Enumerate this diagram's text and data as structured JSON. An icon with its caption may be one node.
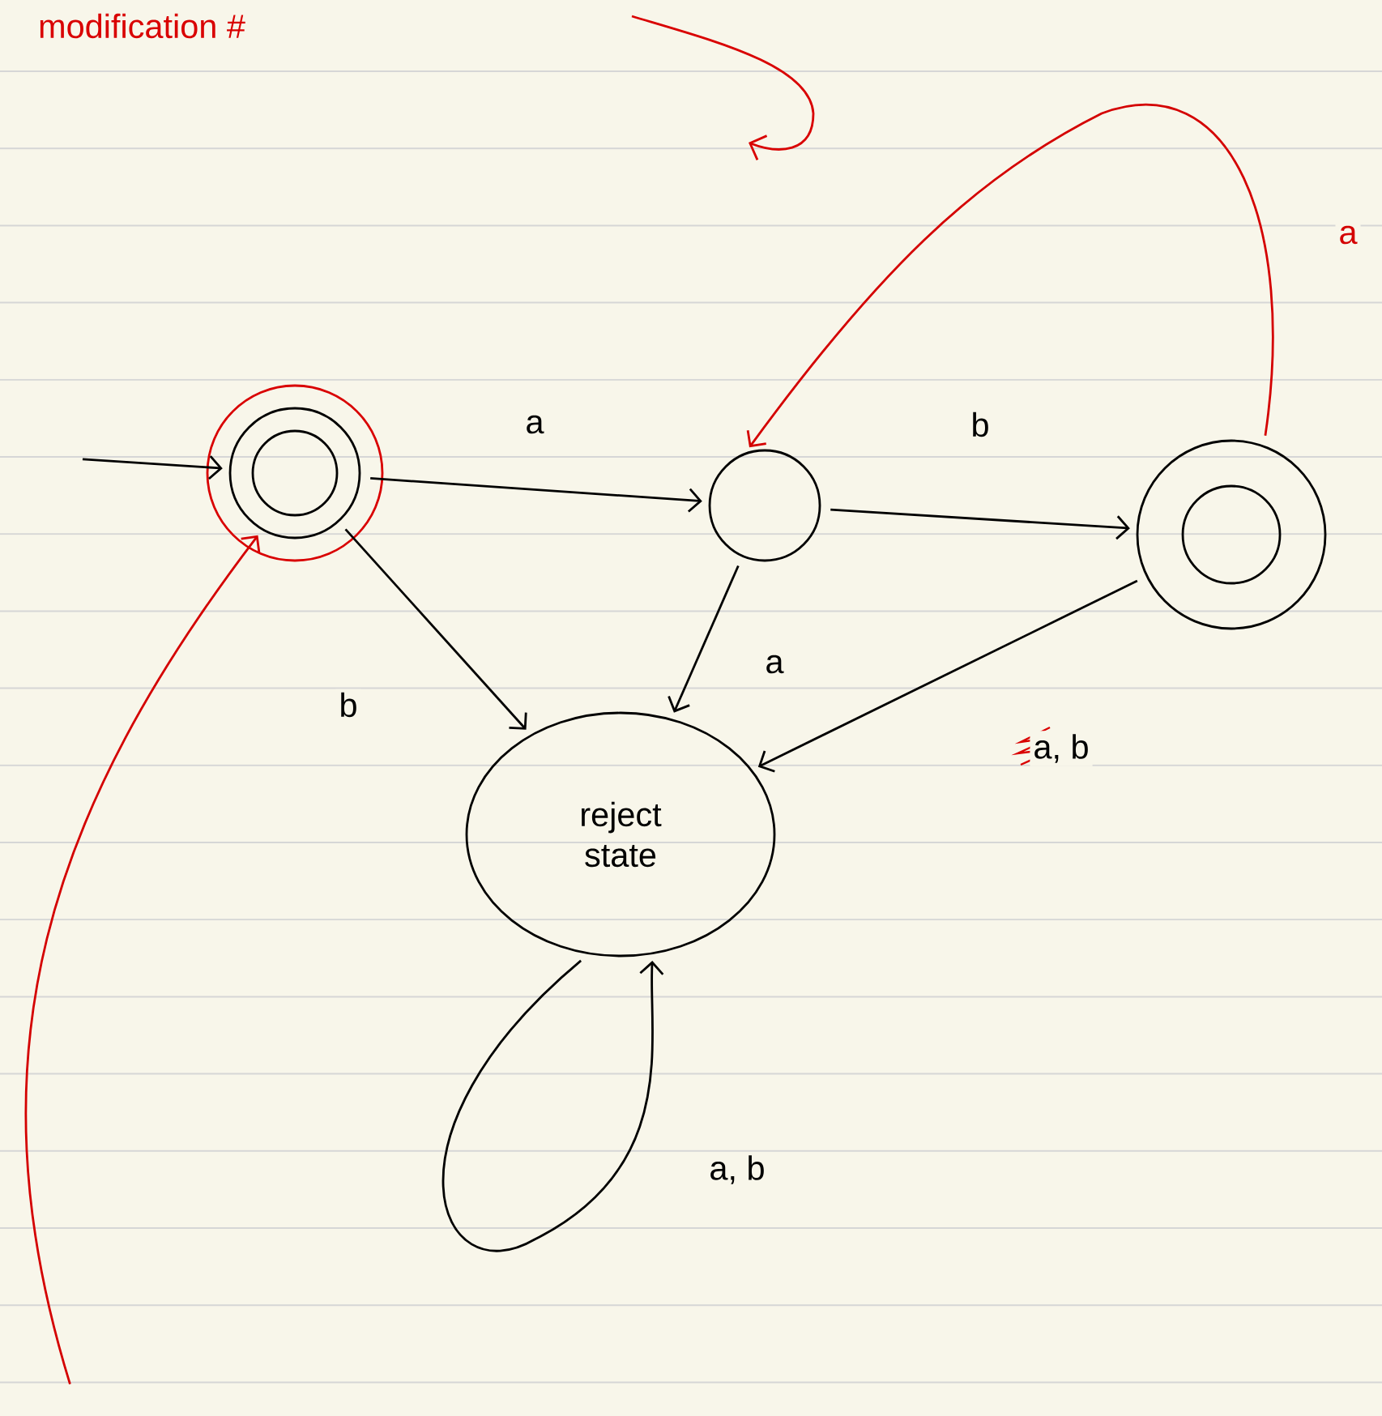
{
  "diagram": {
    "nodes": [
      {
        "text": [],
        "shape": "circle"
      },
      {
        "text": [],
        "shape": "circle"
      },
      {
        "text": [],
        "shape": "circle"
      },
      {
        "text": [
          "reject state"
        ]
      }
    ],
    "edges": [
      {
        "from": null,
        "to": 0,
        "arrow": "to"
      },
      {
        "from": 0,
        "to": 1,
        "arrow": "to",
        "label": "a"
      },
      {
        "from": 1,
        "to": 2,
        "arrow": "to",
        "label": "b"
      },
      {
        "from": 0,
        "to": 3,
        "arrow": "to",
        "label": "b"
      },
      {
        "from": 1,
        "to": 3,
        "arrow": "to",
        "label": "a"
      },
      {
        "from": 2,
        "to": 3,
        "arrow": "to",
        "label": "a, b"
      },
      {
        "from": 3,
        "to": 3,
        "arrow": "to",
        "label": "a, b"
      },
      {
        "from": 2,
        "to": 1,
        "arrow": "to",
        "label": "a",
        "color": "#d40000"
      },
      {
        "from": null,
        "to": 0,
        "arrow": "to",
        "color": "#d40000"
      }
    ],
    "labels": [
      "modification #"
    ]
  }
}
